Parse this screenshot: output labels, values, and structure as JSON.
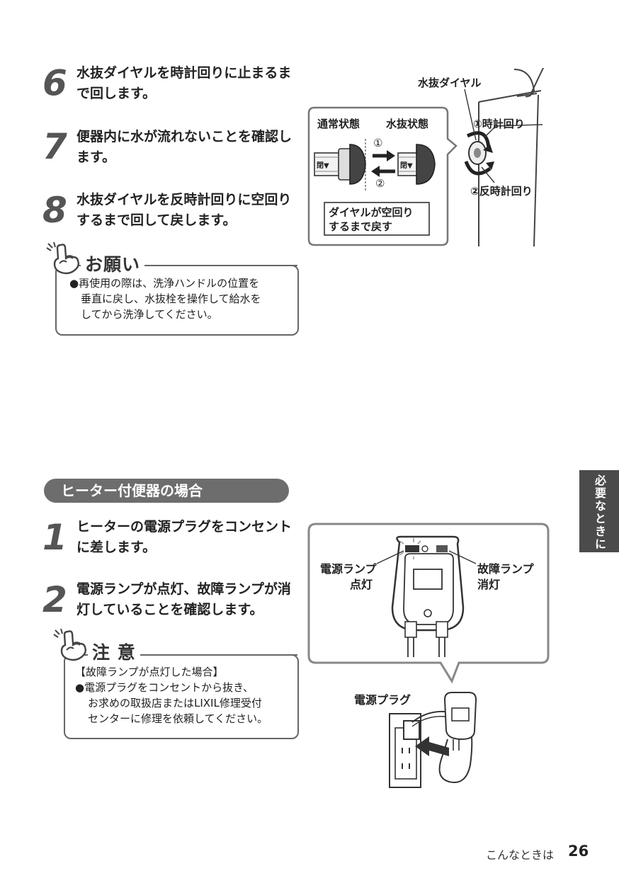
{
  "steps_top": [
    {
      "num": "6",
      "line1": "水抜ダイヤルを時計回りに止まるま",
      "line2": "で回します。"
    },
    {
      "num": "7",
      "line1": "便器内に水が流れないことを確認し",
      "line2": "ます。"
    },
    {
      "num": "8",
      "line1": "水抜ダイヤルを反時計回りに空回り",
      "line2": "するまで回して戻します。"
    }
  ],
  "request_note": {
    "title": "お願い",
    "lines": [
      "●再使用の際は、洗浄ハンドルの位置を",
      "垂直に戻し、水抜栓を操作して給水を",
      "してから洗浄してください。"
    ]
  },
  "figure1": {
    "dial_label": "水抜ダイヤル",
    "normal_state": "通常状態",
    "drain_state": "水抜状態",
    "arrow_1": "①",
    "arrow_2": "②",
    "clockwise": "①時計回り",
    "counterclockwise": "②反時計回り",
    "return_box_line1": "ダイヤルが空回り",
    "return_box_line2": "するまで戻す",
    "knob_mark": "閉▼"
  },
  "section_title": "ヒーター付便器の場合",
  "steps_bottom": [
    {
      "num": "1",
      "line1": "ヒーターの電源プラグをコンセント",
      "line2": "に差します。"
    },
    {
      "num": "2",
      "line1": "電源ランプが点灯、故障ランプが消",
      "line2": "灯していることを確認します。"
    }
  ],
  "caution_note": {
    "title": "注 意",
    "heading": "【故障ランプが点灯した場合】",
    "lines": [
      "●電源プラグをコンセントから抜き、",
      "お求めの取扱店またはLIXIL修理受付",
      "センターに修理を依頼してください。"
    ]
  },
  "figure2": {
    "power_lamp_line1": "電源ランプ",
    "power_lamp_line2": "点灯",
    "fault_lamp_line1": "故障ランプ",
    "fault_lamp_line2": "消灯",
    "power_plug": "電源プラグ"
  },
  "side_tab": "必要なときに",
  "footer": {
    "section": "こんなときは",
    "page": "26"
  }
}
